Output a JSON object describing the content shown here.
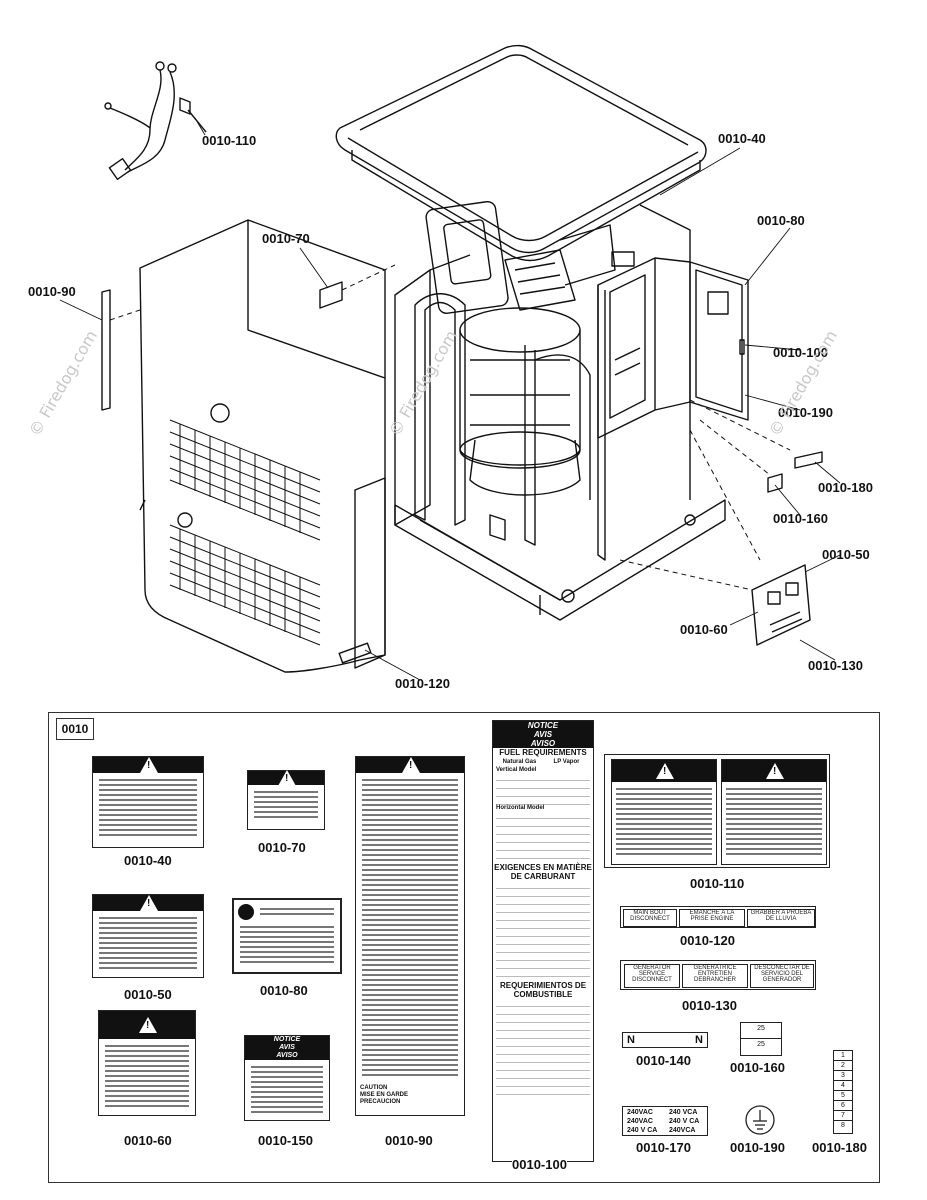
{
  "watermark": "© Firedog.com",
  "callouts": {
    "c110": "0010-110",
    "c40": "0010-40",
    "c80": "0010-80",
    "c70": "0010-70",
    "c90": "0010-90",
    "c100": "0010-100",
    "c190": "0010-190",
    "c180": "0010-180",
    "c160": "0010-160",
    "c50": "0010-50",
    "c60": "0010-60",
    "c130": "0010-130",
    "c120": "0010-120"
  },
  "panel": {
    "id": "0010",
    "labels": {
      "l40": "0010-40",
      "l70": "0010-70",
      "l50": "0010-50",
      "l80": "0010-80",
      "l60": "0010-60",
      "l150": "0010-150",
      "l90": "0010-90",
      "l100": "0010-100",
      "l110": "0010-110",
      "l120": "0010-120",
      "l130": "0010-130",
      "l140": "0010-140",
      "l160": "0010-160",
      "l170": "0010-170",
      "l190": "0010-190",
      "l180": "0010-180"
    },
    "decal_120": [
      "MAIN BOUT DISCONNECT",
      "ÉMANCHE À LA PRISE ENGINE",
      "GRABBER A PRUEBA DE LLUVIA"
    ],
    "decal_130": [
      "GENERATOR SERVICE DISCONNECT",
      "GÉNÉRATRICE ENTRETIEN DEBRANCHER",
      "DESCONECTAR DE SERVICIO DEL GENERADOR"
    ],
    "decal_140": [
      "N",
      "N"
    ],
    "decal_160": [
      "25",
      "25"
    ],
    "decal_170": [
      "240VAC",
      "240 VCA",
      "240VAC",
      "240 V CA",
      "240 V CA",
      "240VCA"
    ],
    "decal_180": [
      "1",
      "2",
      "3",
      "4",
      "5",
      "6",
      "7",
      "8"
    ],
    "decal_150": [
      "NOTICE",
      "AVIS",
      "AVISO"
    ],
    "decal_90": [
      "CAUTION",
      "MISE EN GARDE",
      "PRECAUCION"
    ],
    "fuel": {
      "header": [
        "NOTICE",
        "AVIS",
        "AVISO"
      ],
      "s1": "FUEL REQUIREMENTS",
      "s2": "EXIGENCES EN MATIÈRE DE CARBURANT",
      "s3": "REQUERIMIENTOS DE COMBUSTIBLE",
      "col1": "Natural Gas",
      "col2": "LP Vapor",
      "row1": "Vertical Model",
      "row2": "Horizontal Model"
    }
  }
}
